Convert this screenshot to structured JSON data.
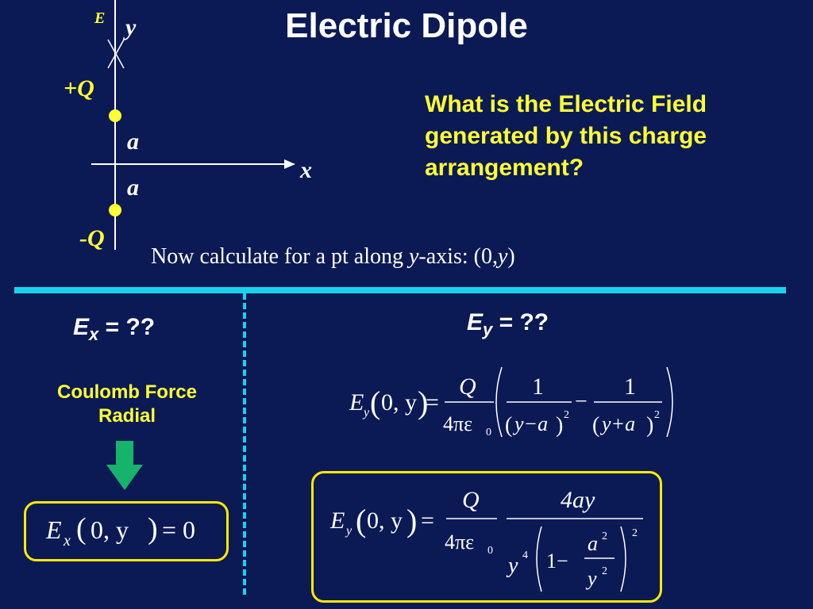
{
  "title": "Electric Dipole",
  "question": "What is the Electric Field generated by this charge arrangement?",
  "instruction": {
    "prefix": "Now calculate for a pt along ",
    "var1": "y",
    "middle": "-axis:  (0,",
    "var2": "y",
    "suffix": ")"
  },
  "diagram": {
    "field_label": "E",
    "y_axis_label": "y",
    "x_axis_label": "x",
    "positive_charge": "+Q",
    "negative_charge": "-Q",
    "distance_upper": "a",
    "distance_lower": "a",
    "charge_color": "#ffff33"
  },
  "left_panel": {
    "heading_var": "E",
    "heading_sub": "x",
    "heading_rest": " = ??",
    "note_line1": "Coulomb Force",
    "note_line2": "Radial",
    "arrow_color": "#16b36b",
    "result": {
      "E": "E",
      "sub": "x",
      "args": "0, y",
      "rhs": "= 0"
    }
  },
  "right_panel": {
    "heading_var": "E",
    "heading_sub": "y",
    "heading_rest": " = ??",
    "eq1": {
      "lhs": "E",
      "lhs_sub": "y",
      "args": "0, y",
      "num": "Q",
      "den": "4πε",
      "den_sub": "0",
      "f1_num": "1",
      "f1_den": "y−a",
      "f2_num": "1",
      "f2_den": "y+a",
      "exp": "2",
      "minus": "−"
    },
    "eq2": {
      "lhs": "E",
      "lhs_sub": "y",
      "args": "0, y",
      "num": "Q",
      "den": "4πε",
      "den_sub": "0",
      "num2": "4ay",
      "y4": "y",
      "y4_exp": "4",
      "one_minus": "1−",
      "a2": "a",
      "y2": "y",
      "sq": "2",
      "outer_exp": "2"
    }
  },
  "colors": {
    "background": "#0b1a54",
    "accent_cyan": "#1ad2ec",
    "highlight_yellow": "#ffff33",
    "box_border": "#ffea00"
  }
}
